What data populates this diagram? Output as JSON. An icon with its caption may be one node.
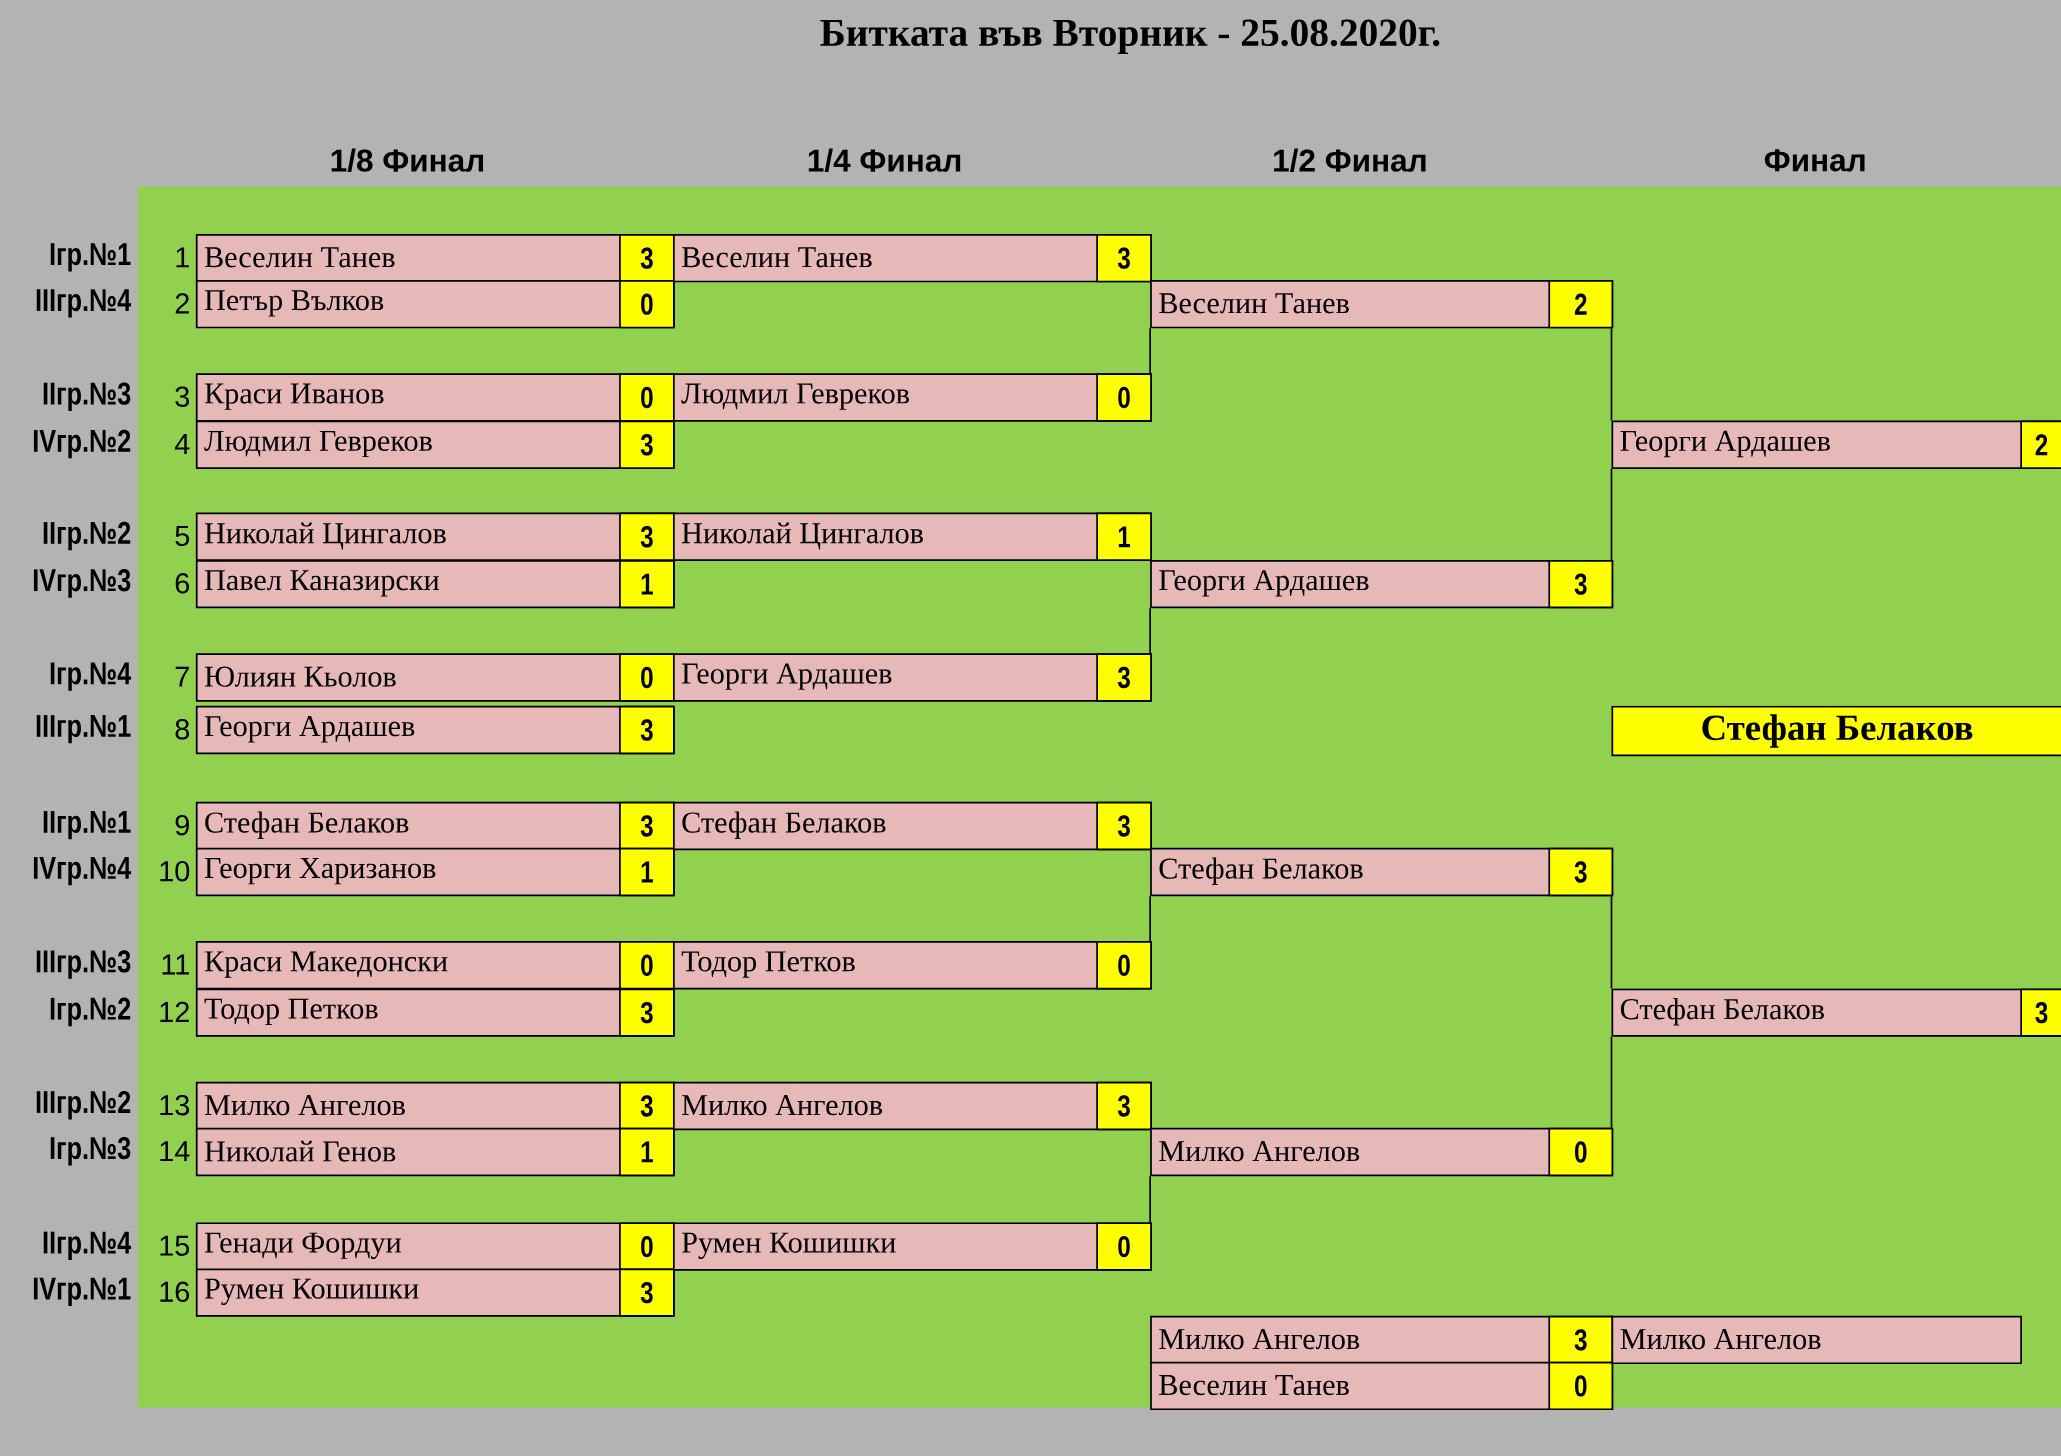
{
  "diagram": {
    "title": "Битката във Вторник - 25.08.2020г.",
    "nodes": [
      {
        "text": [
          "Веселин Танев",
          "3"
        ],
        "beside": [
          "Iгр.№1",
          "1"
        ]
      },
      {
        "text": [
          "Петър Вълков",
          "0"
        ],
        "beside": [
          "IIIгр.№4",
          "2"
        ]
      },
      {
        "text": [
          "Краси Иванов",
          "0"
        ],
        "beside": [
          "IIгр.№3",
          "3"
        ]
      },
      {
        "text": [
          "Людмил Гевреков",
          "3"
        ],
        "beside": [
          "IVгр.№2",
          "4"
        ]
      },
      {
        "text": [
          "Николай Цингалов",
          "3"
        ],
        "beside": [
          "IIгр.№2",
          "5"
        ]
      },
      {
        "text": [
          "Павел Каназирски",
          "1"
        ],
        "beside": [
          "IVгр.№3",
          "6"
        ]
      },
      {
        "text": [
          "Юлиян Кьолов",
          "0"
        ],
        "beside": [
          "Iгр.№4",
          "7"
        ]
      },
      {
        "text": [
          "Георги Ардашев",
          "3"
        ],
        "beside": [
          "IIIгр.№1",
          "8"
        ]
      },
      {
        "text": [
          "Стефан Белаков",
          "3"
        ],
        "beside": [
          "IIгр.№1",
          "9"
        ]
      },
      {
        "text": [
          "Георги Харизанов",
          "1"
        ],
        "beside": [
          "IVгр.№4",
          "10"
        ]
      },
      {
        "text": [
          "Краси Македонски",
          "0"
        ],
        "beside": [
          "IIIгр.№3",
          "11"
        ]
      },
      {
        "text": [
          "Тодор Петков",
          "3"
        ],
        "beside": [
          "Iгр.№2",
          "12"
        ]
      },
      {
        "text": [
          "Милко Ангелов",
          "3"
        ],
        "beside": [
          "IIIгр.№2",
          "13"
        ]
      },
      {
        "text": [
          "Николай Генов",
          "1"
        ],
        "beside": [
          "Iгр.№3",
          "14"
        ]
      },
      {
        "text": [
          "Генади Фордуи",
          "0"
        ],
        "beside": [
          "IIгр.№4",
          "15"
        ]
      },
      {
        "text": [
          "Румен Кошишки",
          "3"
        ],
        "beside": [
          "IVгр.№1",
          "16"
        ]
      },
      {
        "text": [
          "Веселин Танев",
          "3"
        ]
      },
      {
        "text": [
          "Людмил Гевреков",
          "0"
        ]
      },
      {
        "text": [
          "Николай Цингалов",
          "1"
        ]
      },
      {
        "text": [
          "Георги Ардашев",
          "3"
        ]
      },
      {
        "text": [
          "Стефан Белаков",
          "3"
        ]
      },
      {
        "text": [
          "Тодор Петков",
          "0"
        ]
      },
      {
        "text": [
          "Милко Ангелов",
          "3"
        ]
      },
      {
        "text": [
          "Румен Кошишки",
          "0"
        ]
      },
      {
        "text": [
          "Веселин Танев",
          "2"
        ]
      },
      {
        "text": [
          "Георги Ардашев",
          "3"
        ]
      },
      {
        "text": [
          "Стефан Белаков",
          "3"
        ]
      },
      {
        "text": [
          "Милко Ангелов",
          "0"
        ]
      },
      {
        "text": [
          "Георги Ардашев",
          "2"
        ]
      },
      {
        "text": [
          "Стефан Белаков",
          "3"
        ]
      },
      {
        "text": [
          "Стефан Белаков"
        ]
      },
      {
        "text": [
          "Милко Ангелов",
          "3"
        ]
      },
      {
        "text": [
          "Веселин Танев",
          "0"
        ]
      },
      {
        "text": [
          "Милко Ангелов"
        ]
      }
    ],
    "edges": [
      {
        "from": 24,
        "to": 17,
        "arrow": "none"
      },
      {
        "from": 25,
        "to": 19,
        "arrow": "none"
      },
      {
        "from": 26,
        "to": 21,
        "arrow": "none"
      },
      {
        "from": 27,
        "to": 23,
        "arrow": "none"
      },
      {
        "from": 24,
        "to": 28,
        "arrow": "none"
      },
      {
        "from": 28,
        "to": 25,
        "arrow": "none"
      },
      {
        "from": 26,
        "to": 29,
        "arrow": "none"
      },
      {
        "from": 29,
        "to": 27,
        "arrow": "none"
      }
    ],
    "labels": [
      "1/8 Финал",
      "1/4 Финал",
      "1/2 Финал",
      "Финал"
    ]
  }
}
